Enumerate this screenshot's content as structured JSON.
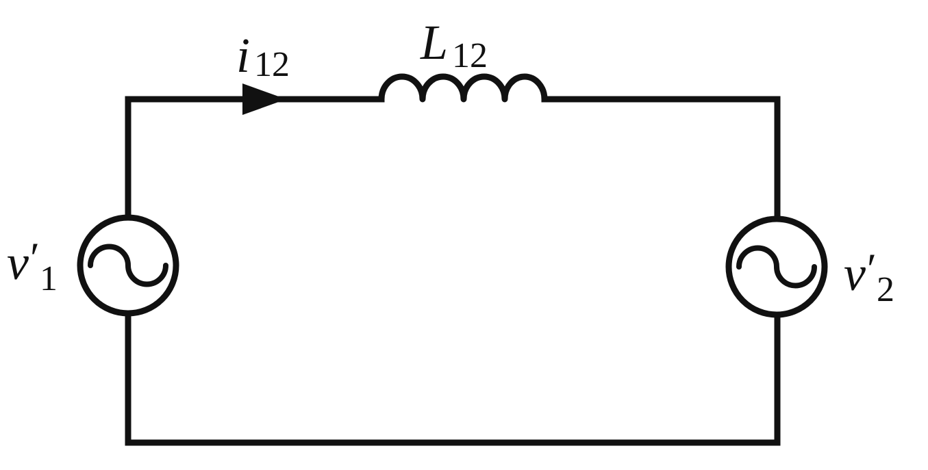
{
  "diagram": {
    "current_label": {
      "symbol": "i",
      "subscript": "12"
    },
    "inductor_label": {
      "symbol": "L",
      "subscript": "12"
    },
    "source_left_label": {
      "symbol": "v",
      "prime": "′",
      "subscript": "1"
    },
    "source_right_label": {
      "symbol": "v",
      "prime": "′",
      "subscript": "2"
    }
  }
}
